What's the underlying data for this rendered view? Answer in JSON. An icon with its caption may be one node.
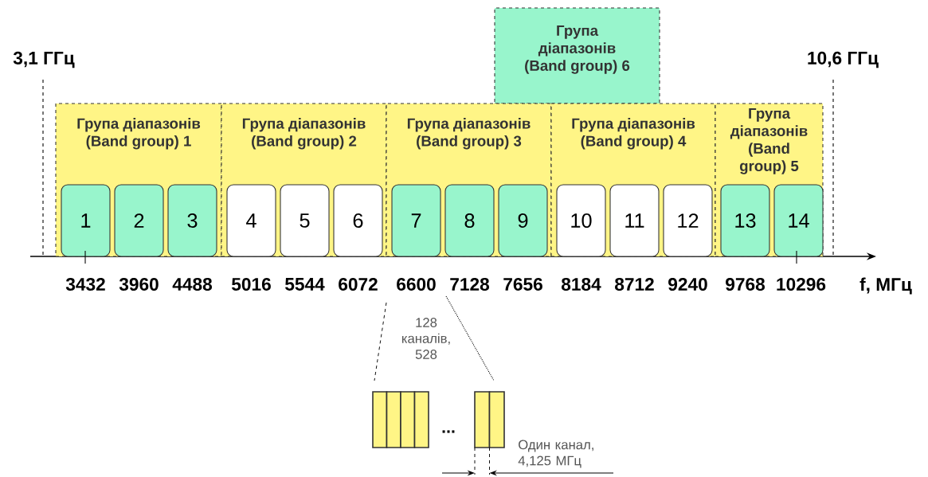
{
  "diagram": {
    "nodes": [
      {
        "text": [
          "Група діапазонів (Band group) 6"
        ]
      },
      {
        "text": [
          "Група діапазонів (Band group) 1"
        ]
      },
      {
        "text": [
          "1"
        ],
        "in": 1
      },
      {
        "text": [
          "2"
        ],
        "in": 1
      },
      {
        "text": [
          "3"
        ],
        "in": 1
      },
      {
        "text": [
          "Група діапазонів (Band group) 2"
        ]
      },
      {
        "text": [
          "4"
        ],
        "in": 5
      },
      {
        "text": [
          "5"
        ],
        "in": 5
      },
      {
        "text": [
          "6"
        ],
        "in": 5
      },
      {
        "text": [
          "Група діапазонів (Band group) 3"
        ]
      },
      {
        "text": [
          "7"
        ],
        "in": 9
      },
      {
        "text": [
          "8"
        ],
        "in": 9
      },
      {
        "text": [
          "9"
        ],
        "in": 9
      },
      {
        "text": [
          "Група діапазонів (Band group) 4"
        ]
      },
      {
        "text": [
          "10"
        ],
        "in": 13
      },
      {
        "text": [
          "11"
        ],
        "in": 13
      },
      {
        "text": [
          "12"
        ],
        "in": 13
      },
      {
        "text": [
          "Група діапазонів (Band group) 5"
        ]
      },
      {
        "text": [
          "13"
        ],
        "in": 17
      },
      {
        "text": [
          "14"
        ],
        "in": 17
      }
    ],
    "labels": [
      "3,1 ГГц",
      "10,6 ГГц",
      "3432",
      "3960",
      "4488",
      "5016",
      "5544",
      "6072",
      "6600",
      "7128",
      "7656",
      "8184",
      "8712",
      "9240",
      "9768",
      "10296",
      "f, МГц",
      "128 каналів, 528",
      "...",
      "Один канал, 4,125 МГц"
    ]
  }
}
